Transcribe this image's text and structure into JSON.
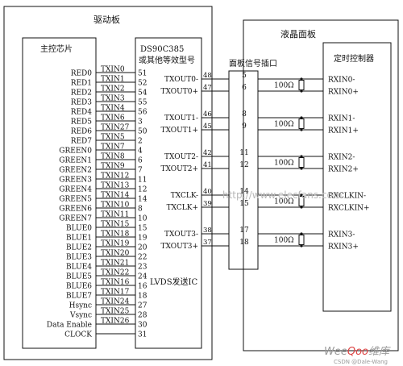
{
  "colors": {
    "ink": "#111111",
    "background": "#ffffff",
    "watermark": "#b0b0b0"
  },
  "driver_board": {
    "title": "驱动板"
  },
  "main_chip": {
    "title": "主控芯片",
    "signals": [
      "RED0",
      "RED1",
      "RED2",
      "RED3",
      "RED4",
      "RED5",
      "RED6",
      "RED7",
      "GREEN0",
      "GREEN1",
      "GREEN2",
      "GREEN3",
      "GREEN4",
      "GREEN5",
      "GREEN6",
      "GREEN7",
      "BLUE0",
      "BLUE1",
      "BLUE2",
      "BLUE3",
      "BLUE4",
      "BLUE5",
      "BLUE6",
      "BLUE7",
      "Hsync",
      "Vsync",
      "Data Enable",
      "CLOCK"
    ]
  },
  "lvds_ic": {
    "title_line1": "DS90C385",
    "title_line2": "或其他等效型号",
    "caption": "LVDS发送IC",
    "inputs": [
      {
        "name": "TXIN0",
        "pin": "51"
      },
      {
        "name": "TXIN1",
        "pin": "52"
      },
      {
        "name": "TXIN2",
        "pin": "54"
      },
      {
        "name": "TXIN3",
        "pin": "55"
      },
      {
        "name": "TXIN4",
        "pin": "56"
      },
      {
        "name": "TXIN6",
        "pin": "3"
      },
      {
        "name": "TXIN27",
        "pin": "50"
      },
      {
        "name": "TXIN5",
        "pin": "2"
      },
      {
        "name": "TXIN7",
        "pin": "4"
      },
      {
        "name": "TXIN8",
        "pin": "6"
      },
      {
        "name": "TXIN9",
        "pin": "7"
      },
      {
        "name": "TXIN12",
        "pin": "11"
      },
      {
        "name": "TXIN13",
        "pin": "12"
      },
      {
        "name": "TXIN14",
        "pin": "14"
      },
      {
        "name": "TXIN10",
        "pin": "8"
      },
      {
        "name": "TXIN11",
        "pin": "10"
      },
      {
        "name": "TXIN15",
        "pin": "15"
      },
      {
        "name": "TXIN18",
        "pin": "19"
      },
      {
        "name": "TXIN19",
        "pin": "20"
      },
      {
        "name": "TXIN20",
        "pin": "22"
      },
      {
        "name": "TXIN21",
        "pin": "23"
      },
      {
        "name": "TXIN22",
        "pin": "24"
      },
      {
        "name": "TXIN16",
        "pin": "16"
      },
      {
        "name": "TXIN17",
        "pin": "18"
      },
      {
        "name": "TXIN24",
        "pin": "27"
      },
      {
        "name": "TXIN25",
        "pin": "28"
      },
      {
        "name": "TXIN26",
        "pin": "30"
      },
      {
        "name": "",
        "pin": "31"
      }
    ],
    "outputs": [
      {
        "name": "TXOUT0-",
        "pin": "48"
      },
      {
        "name": "TXOUT0+",
        "pin": "47"
      },
      {
        "name": "TXOUT1-",
        "pin": "46"
      },
      {
        "name": "TXOUT1+",
        "pin": "45"
      },
      {
        "name": "TXOUT2-",
        "pin": "42"
      },
      {
        "name": "TXOUT2+",
        "pin": "41"
      },
      {
        "name": "TXCLK-",
        "pin": "40"
      },
      {
        "name": "TXCLK+",
        "pin": "39"
      },
      {
        "name": "TXOUT3-",
        "pin": "38"
      },
      {
        "name": "TXOUT3+",
        "pin": "37"
      }
    ]
  },
  "lcd_panel": {
    "title": "液晶面板"
  },
  "connector": {
    "title": "面板信号插口",
    "pins": [
      "5",
      "6",
      "8",
      "9",
      "11",
      "12",
      "14",
      "15",
      "17",
      "18"
    ]
  },
  "timing_controller": {
    "title": "定时控制器",
    "inputs": [
      "RXIN0-",
      "RXIN0+",
      "RXIN1-",
      "RXIN1+",
      "RXIN2-",
      "RXIN2+",
      "RXCLKIN-",
      "RXCLKIN+",
      "RXIN3-",
      "RXIN3+"
    ]
  },
  "resistors": [
    "100Ω",
    "100Ω",
    "100Ω",
    "100Ω",
    "100Ω"
  ],
  "watermark": {
    "text": "http://www.elecfans.com",
    "brand": "WeeQoo维库",
    "brand_prefix": "Wee",
    "brand_q": "Qoo",
    "brand_cn": "维库",
    "sub": "CSDN @Dale-Wang"
  }
}
